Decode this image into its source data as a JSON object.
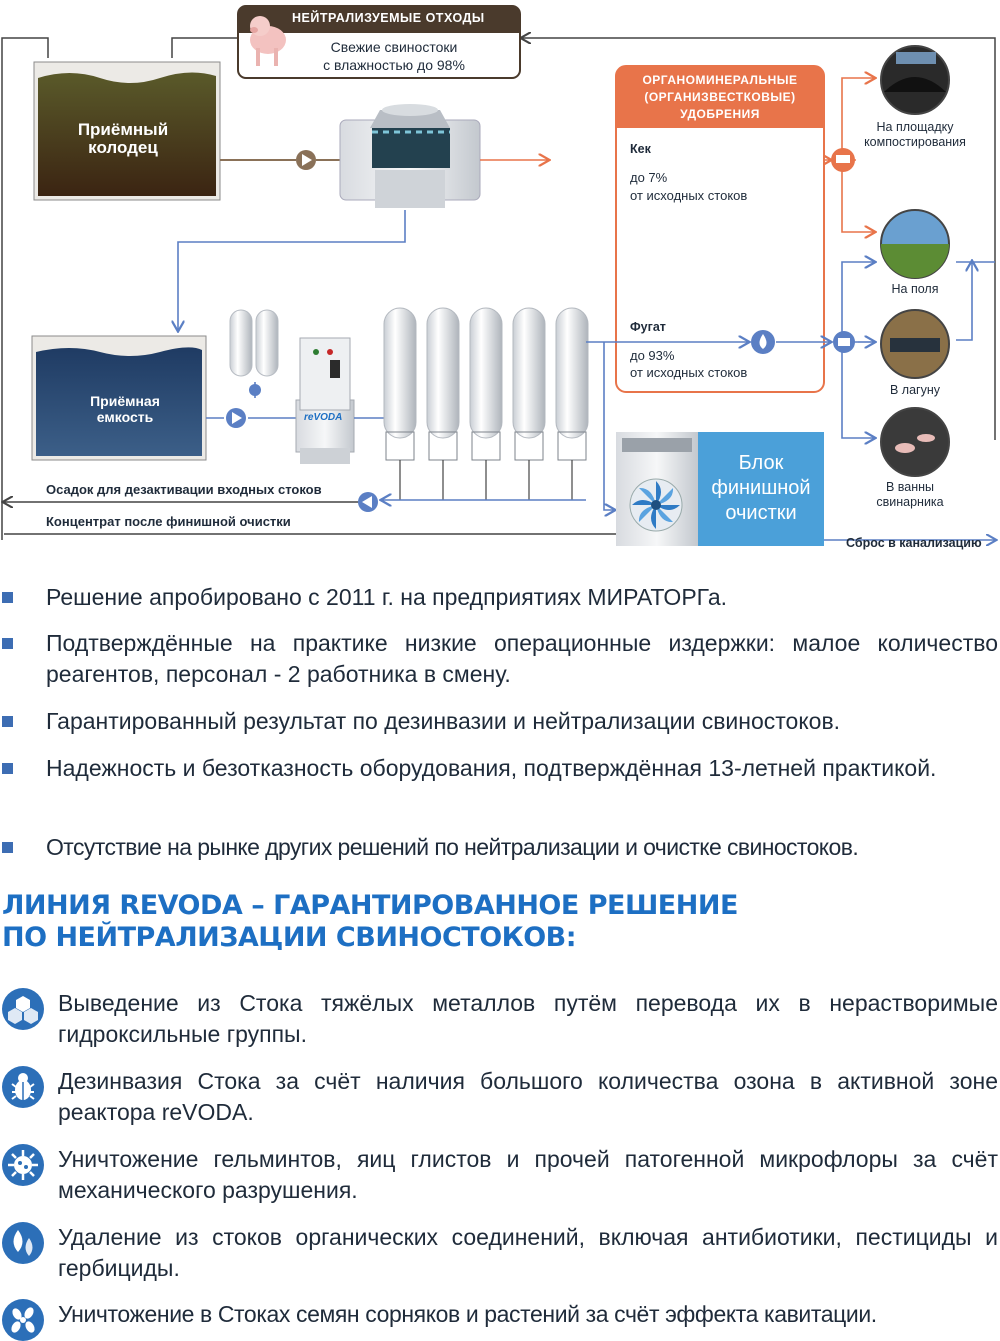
{
  "diagram": {
    "waste_title": "НЕЙТРАЛИЗУЕМЫЕ ОТХОДЫ",
    "waste_desc_1": "Свежие свиностоки",
    "waste_desc_2": "с влажностью до 98%",
    "well_label_1": "Приёмный",
    "well_label_2": "колодец",
    "tank_label_1": "Приёмная",
    "tank_label_2": "емкость",
    "fert_title_1": "ОРГАНОМИНЕРАЛЬНЫЕ",
    "fert_title_2": "(ОРГАНИЗВЕСТКОВЫЕ)",
    "fert_title_3": "УДОБРЕНИЯ",
    "cake_label": "Кек",
    "cake_value_1": "до 7%",
    "cake_value_2": "от исходных стоков",
    "fugat_label": "Фугат",
    "fugat_value_1": "до 93%",
    "fugat_value_2": "от исходных стоков",
    "compost_1": "На площадку",
    "compost_2": "компостирования",
    "fields": "На поля",
    "lagoon": "В лагуну",
    "pigsty_1": "В ванны",
    "pigsty_2": "свинарника",
    "final_1": "Блок",
    "final_2": "финишной",
    "final_3": "очистки",
    "sewer": "Сброс в канализацию",
    "sediment": "Осадок для дезактивации входных стоков",
    "concentrate": "Концентрат после финишной очистки",
    "brand_mark": "reVODA",
    "colors": {
      "accent_orange": "#e8744a",
      "line_blue": "#5b7fc4",
      "brand_blue": "#1d6fc3",
      "dark": "#4a3a2c"
    }
  },
  "bullets": [
    "Решение апробировано с 2011 г. на предприятиях МИРАТОРГа.",
    "Подтверждённые на практике низкие операционные издержки: малое количество реагентов, персонал - 2 работника в смену.",
    "Гарантированный результат по дезинвазии и нейтрализации свиностоков.",
    "Надежность и безотказность оборудования, подтверждённая 13-летней практикой.",
    "Отсутствие на рынке других решений по нейтрализации и очистке свиностоков."
  ],
  "heading_line1": "ЛИНИЯ REVODA – ГАРАНТИРОВАННОЕ РЕШЕНИЕ",
  "heading_line2": "ПО НЕЙТРАЛИЗАЦИИ СВИНОСТОКОВ:",
  "features": [
    {
      "icon": "molecule-icon",
      "text": "Выведение из Стока тяжёлых металлов путём перевода их в  нерастворимые гидроксильные группы."
    },
    {
      "icon": "bug-icon",
      "text": "Дезинвазия Стока за счёт наличия большого количества озона в активной зоне реактора reVODA."
    },
    {
      "icon": "virus-icon",
      "text": "Уничтожение гельминтов, яиц глистов и прочей патогенной микрофлоры за счёт механического разрушения."
    },
    {
      "icon": "drops-icon",
      "text": "Удаление из стоков органических соединений, включая антибиотики, пестициды и гербициды."
    },
    {
      "icon": "seeds-icon",
      "text": "Уничтожение в Стоках семян сорняков и растений за счёт эффекта кавитации."
    }
  ]
}
